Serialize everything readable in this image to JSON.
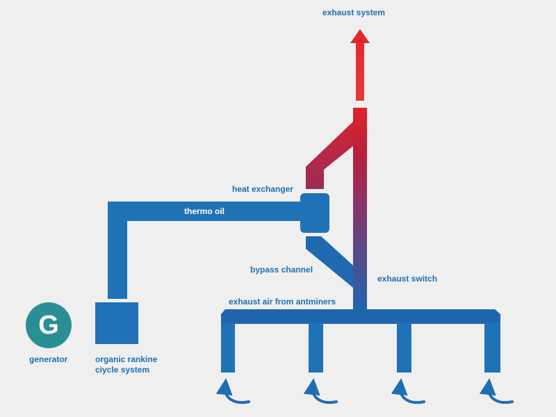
{
  "labels": {
    "exhaust_system": "exhaust system",
    "heat_exchanger": "heat exchanger",
    "thermo_oil": "thermo oil",
    "bypass_channel": "bypass channel",
    "exhaust_switch": "exhaust switch",
    "exhaust_air": "exhaust air from antminers",
    "generator": "generator",
    "orc_line1": "organic rankine",
    "orc_line2": "ciycle system"
  },
  "generator_symbol": "G",
  "colors": {
    "background": "#efefef",
    "blue": "#1e6fb0",
    "pipe_blue": "#1f72b6",
    "hot_red": "#e0222a",
    "generator_teal": "#2a8f95"
  },
  "icons": {
    "exhaust_arrow": "arrow-up-icon",
    "intake": "curved-arrow-icon"
  }
}
